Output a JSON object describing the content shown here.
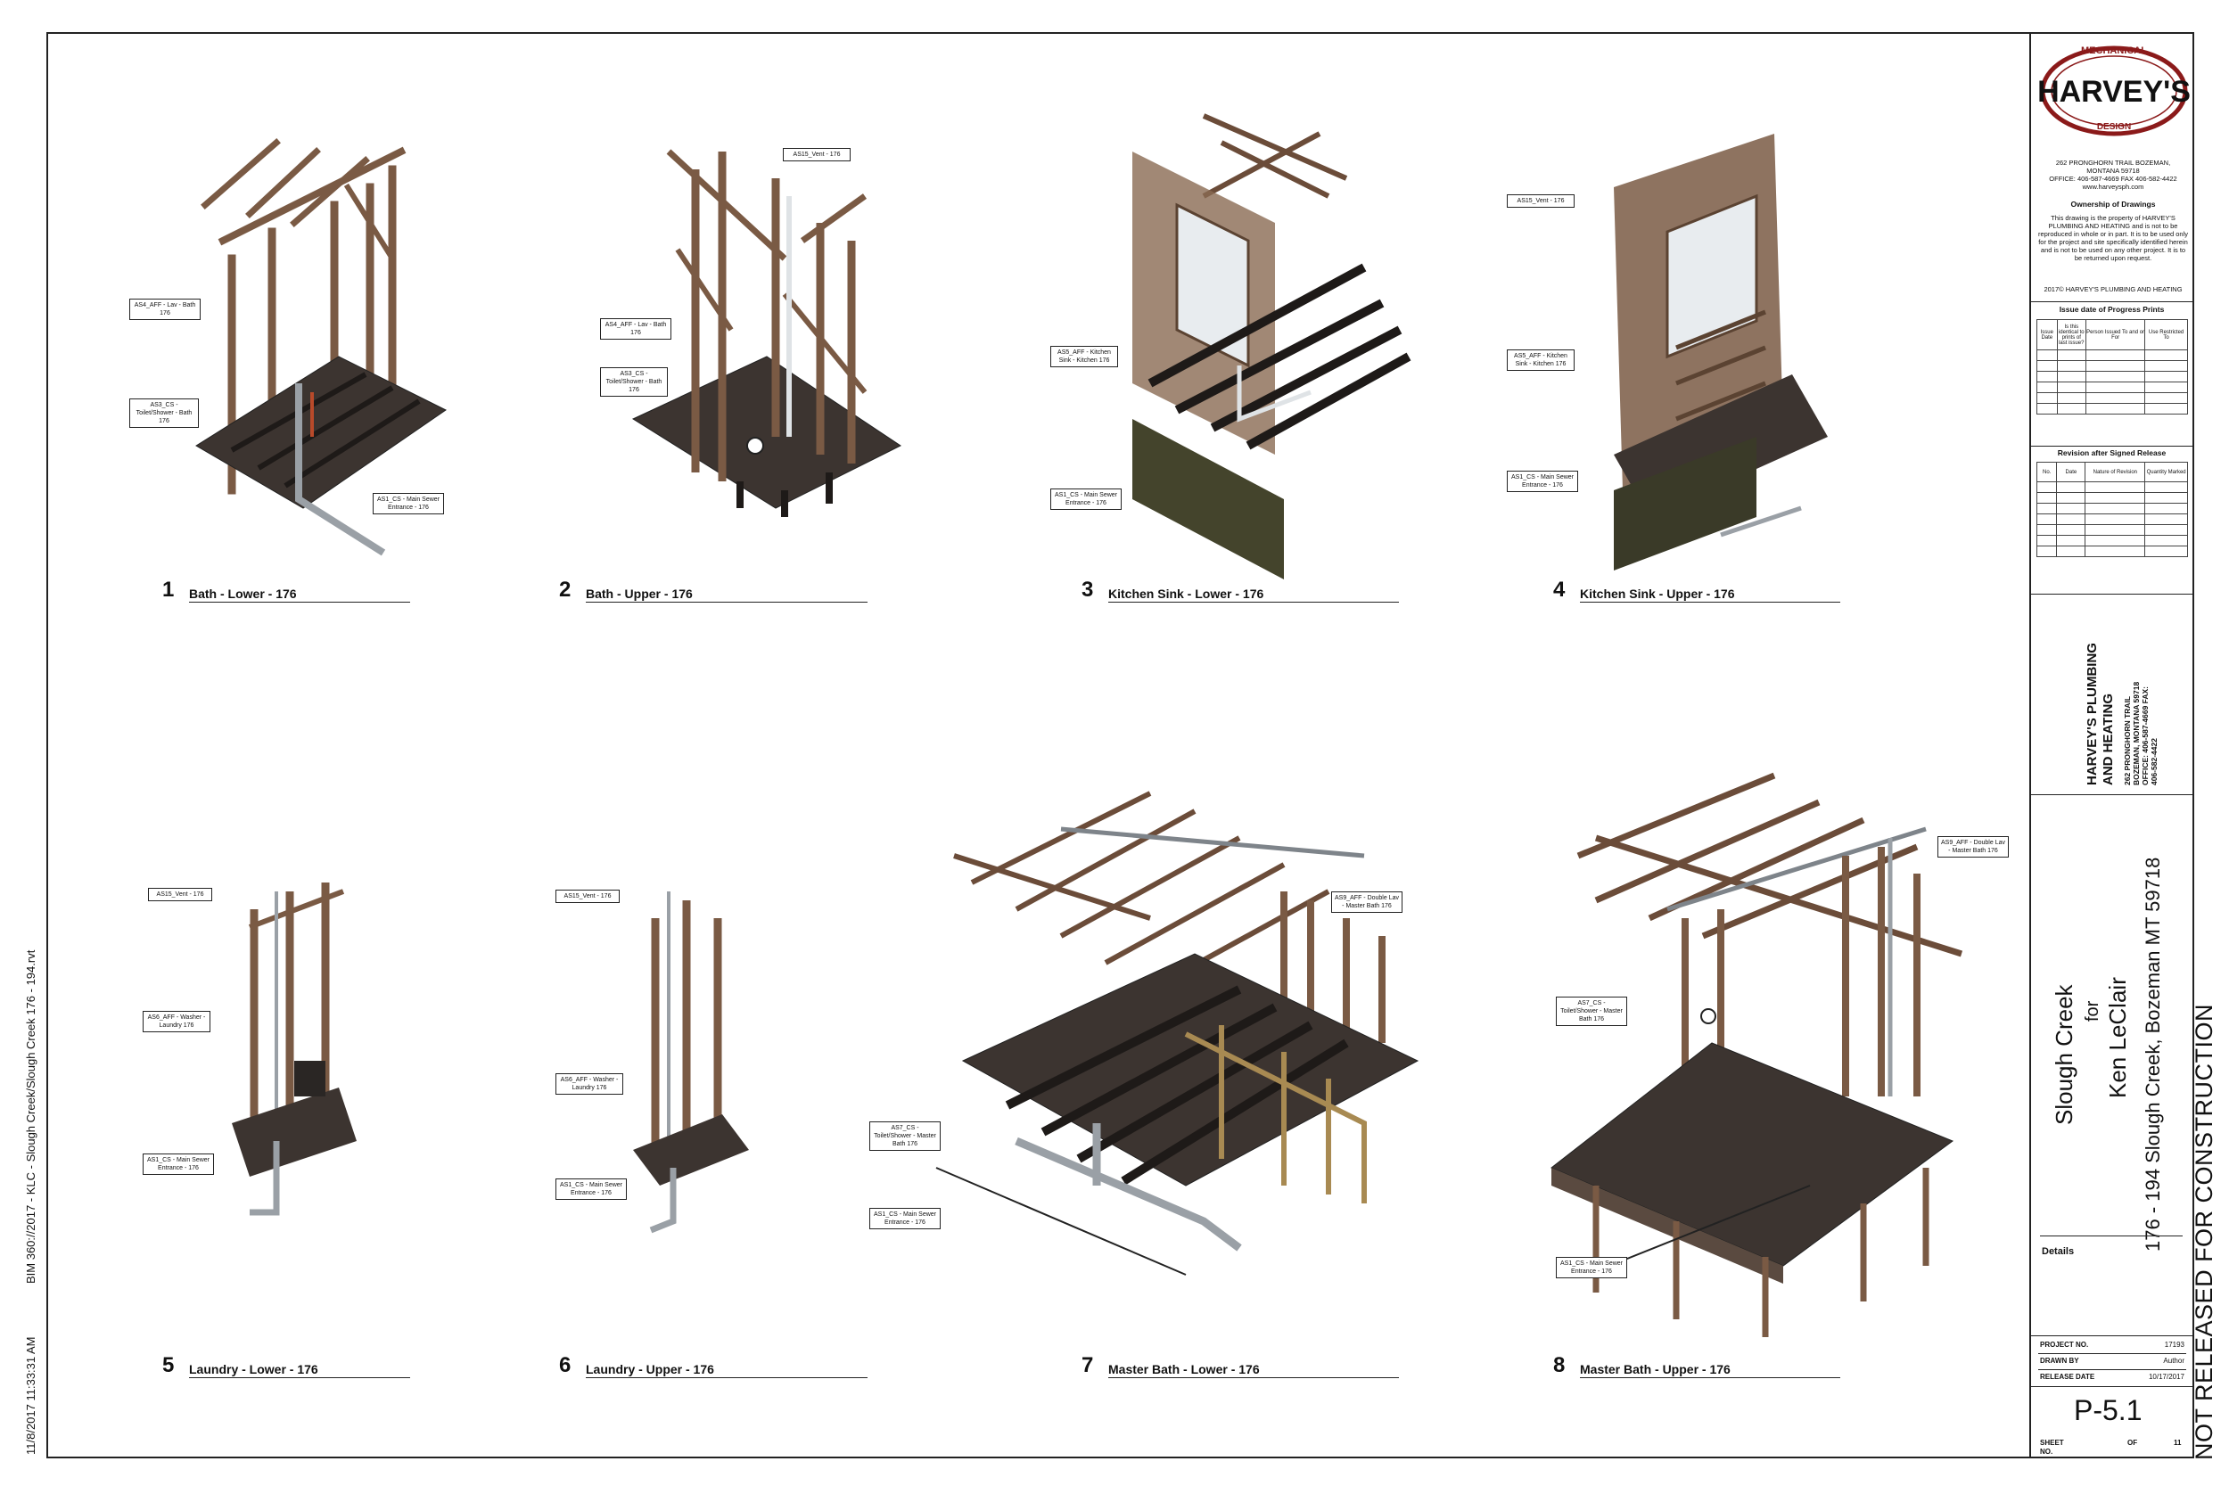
{
  "side_notes": {
    "timestamp": "11/8/2017 11:33:31 AM",
    "file_path": "BIM 360://2017 - KLC - Slough Creek/Slough Creek 176 - 194.rvt"
  },
  "stamp": "NOT RELEASED FOR CONSTRUCTION",
  "views": [
    {
      "num": "1",
      "name": "Bath - Lower - 176",
      "tags": [
        "AS4_AFF - Lav - Bath 176",
        "AS3_CS - Toilet/Shower - Bath 176",
        "AS1_CS - Main Sewer Entrance - 176"
      ]
    },
    {
      "num": "2",
      "name": "Bath - Upper - 176",
      "tags": [
        "AS15_Vent - 176",
        "AS4_AFF - Lav - Bath 176",
        "AS3_CS - Toilet/Shower - Bath 176"
      ]
    },
    {
      "num": "3",
      "name": "Kitchen Sink - Lower - 176",
      "tags": [
        "AS5_AFF - Kitchen Sink - Kitchen 176",
        "AS1_CS - Main Sewer Entrance - 176"
      ]
    },
    {
      "num": "4",
      "name": "Kitchen Sink - Upper - 176",
      "tags": [
        "AS15_Vent - 176",
        "AS5_AFF - Kitchen Sink - Kitchen 176",
        "AS1_CS - Main Sewer Entrance - 176"
      ]
    },
    {
      "num": "5",
      "name": "Laundry - Lower - 176",
      "tags": [
        "AS15_Vent - 176",
        "AS6_AFF - Washer - Laundry 176",
        "AS1_CS - Main Sewer Entrance - 176"
      ]
    },
    {
      "num": "6",
      "name": "Laundry - Upper - 176",
      "tags": [
        "AS15_Vent - 176",
        "AS6_AFF - Washer - Laundry 176",
        "AS1_CS - Main Sewer Entrance - 176"
      ]
    },
    {
      "num": "7",
      "name": "Master Bath - Lower - 176",
      "tags": [
        "AS9_AFF - Double Lav - Master Bath 176",
        "AS7_CS - Toilet/Shower - Master Bath 176",
        "AS1_CS - Main Sewer Entrance - 176"
      ]
    },
    {
      "num": "8",
      "name": "Master Bath - Upper - 176",
      "tags": [
        "AS9_AFF - Double Lav - Master Bath 176",
        "AS7_CS - Toilet/Shower - Master Bath 176",
        "AS1_CS - Main Sewer Entrance - 176"
      ]
    }
  ],
  "title_block": {
    "logo_top": "MECHANICAL",
    "logo_main": "HARVEY'S",
    "logo_bottom": "DESIGN",
    "address_lines": [
      "262 PRONGHORN TRAIL BOZEMAN,",
      "MONTANA 59718",
      "OFFICE: 406-587-4669 FAX 406-582-4422",
      "www.harveysph.com"
    ],
    "ownership_title": "Ownership of Drawings",
    "ownership_text": "This drawing is the property of HARVEY'S PLUMBING AND HEATING and is not to be reproduced in whole or in part. It is to be used only for the project and site specifically identified herein and is not to be used on any other project. It is to be returned upon request.",
    "copyright": "2017© HARVEY'S PLUMBING AND HEATING",
    "issue_title": "Issue date of Progress Prints",
    "issue_headers": [
      "Issue Date",
      "Is this identical to prints of last issue?",
      "Person Issued To and or For",
      "Use Restricted To"
    ],
    "revision_title": "Revision after Signed Release",
    "revision_headers": [
      "No.",
      "Date",
      "Nature of Revision",
      "Quantity Marked"
    ],
    "company_line1": "HARVEY'S PLUMBING",
    "company_line2": "AND HEATING",
    "company_addr1": "262 PRONGHORN TRAIL",
    "company_addr2": "BOZEMAN, MONTANA 59718",
    "company_addr3": "OFFICE: 406-587-4669 FAX:",
    "company_addr4": "406-582-4422",
    "project_name": "Slough Creek",
    "project_for": "for",
    "client": "Ken LeClair",
    "project_address": "176 - 194 Slough Creek, Bozeman MT 59718",
    "details_label": "Details",
    "project_no_label": "PROJECT NO.",
    "project_no": "17193",
    "drawn_by_label": "DRAWN BY",
    "drawn_by": "Author",
    "release_date_label": "RELEASE DATE",
    "release_date": "10/17/2017",
    "sheet_number": "P-5.1",
    "sheet_no_label": "SHEET NO.",
    "of_label": "OF",
    "sheet_total": "11"
  },
  "colors": {
    "wood": "#7a5a44",
    "wood_dark": "#5b4332",
    "floor": "#3c3430",
    "floor_top": "#5a4a40",
    "pipe": "#9aa0a6",
    "pipe_dark": "#4a4d52",
    "stud_light": "#b89a7a",
    "wall_green": "#44442c",
    "outline": "#222222"
  }
}
